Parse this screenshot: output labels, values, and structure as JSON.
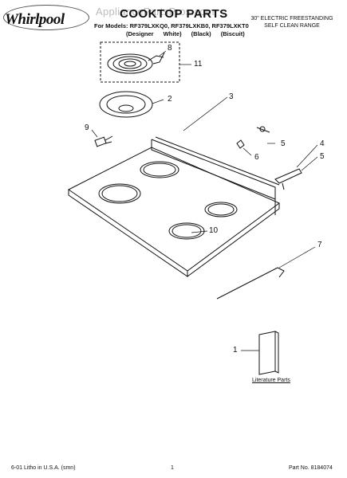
{
  "header": {
    "brand": "Whirlpool",
    "watermark": "AppliancePartsPros.com",
    "title": "COOKTOP PARTS",
    "models_line": "For Models: RF379LXKQ0, RF379LXKB0, RF379LXKT0",
    "colors_line": "(Designer White) (Black) (Biscuit)",
    "range_line1": "30\" ELECTRIC FREESTANDING",
    "range_line2": "SELF CLEAN RANGE"
  },
  "callouts": {
    "c1": "1",
    "c2": "2",
    "c3": "3",
    "c4": "4",
    "c5a": "5",
    "c5b": "5",
    "c6": "6",
    "c7": "7",
    "c8": "8",
    "c9": "9",
    "c10": "10",
    "c11": "11"
  },
  "literature_label": "Literature Parts",
  "footer": {
    "left": "6-01 Litho in U.S.A. (smn)",
    "center": "1",
    "right": "Part No. 8184074"
  }
}
